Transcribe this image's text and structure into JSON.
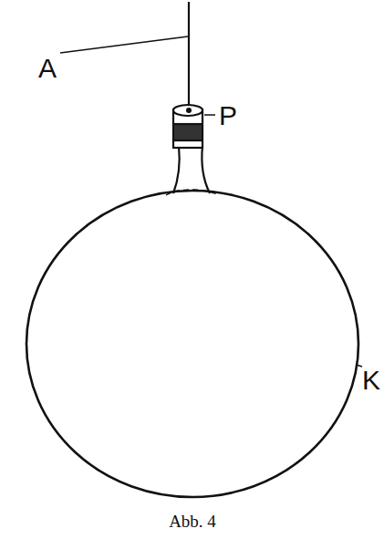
{
  "diagram": {
    "caption": "Abb. 4",
    "labels": [
      "A",
      "P",
      "K"
    ]
  }
}
